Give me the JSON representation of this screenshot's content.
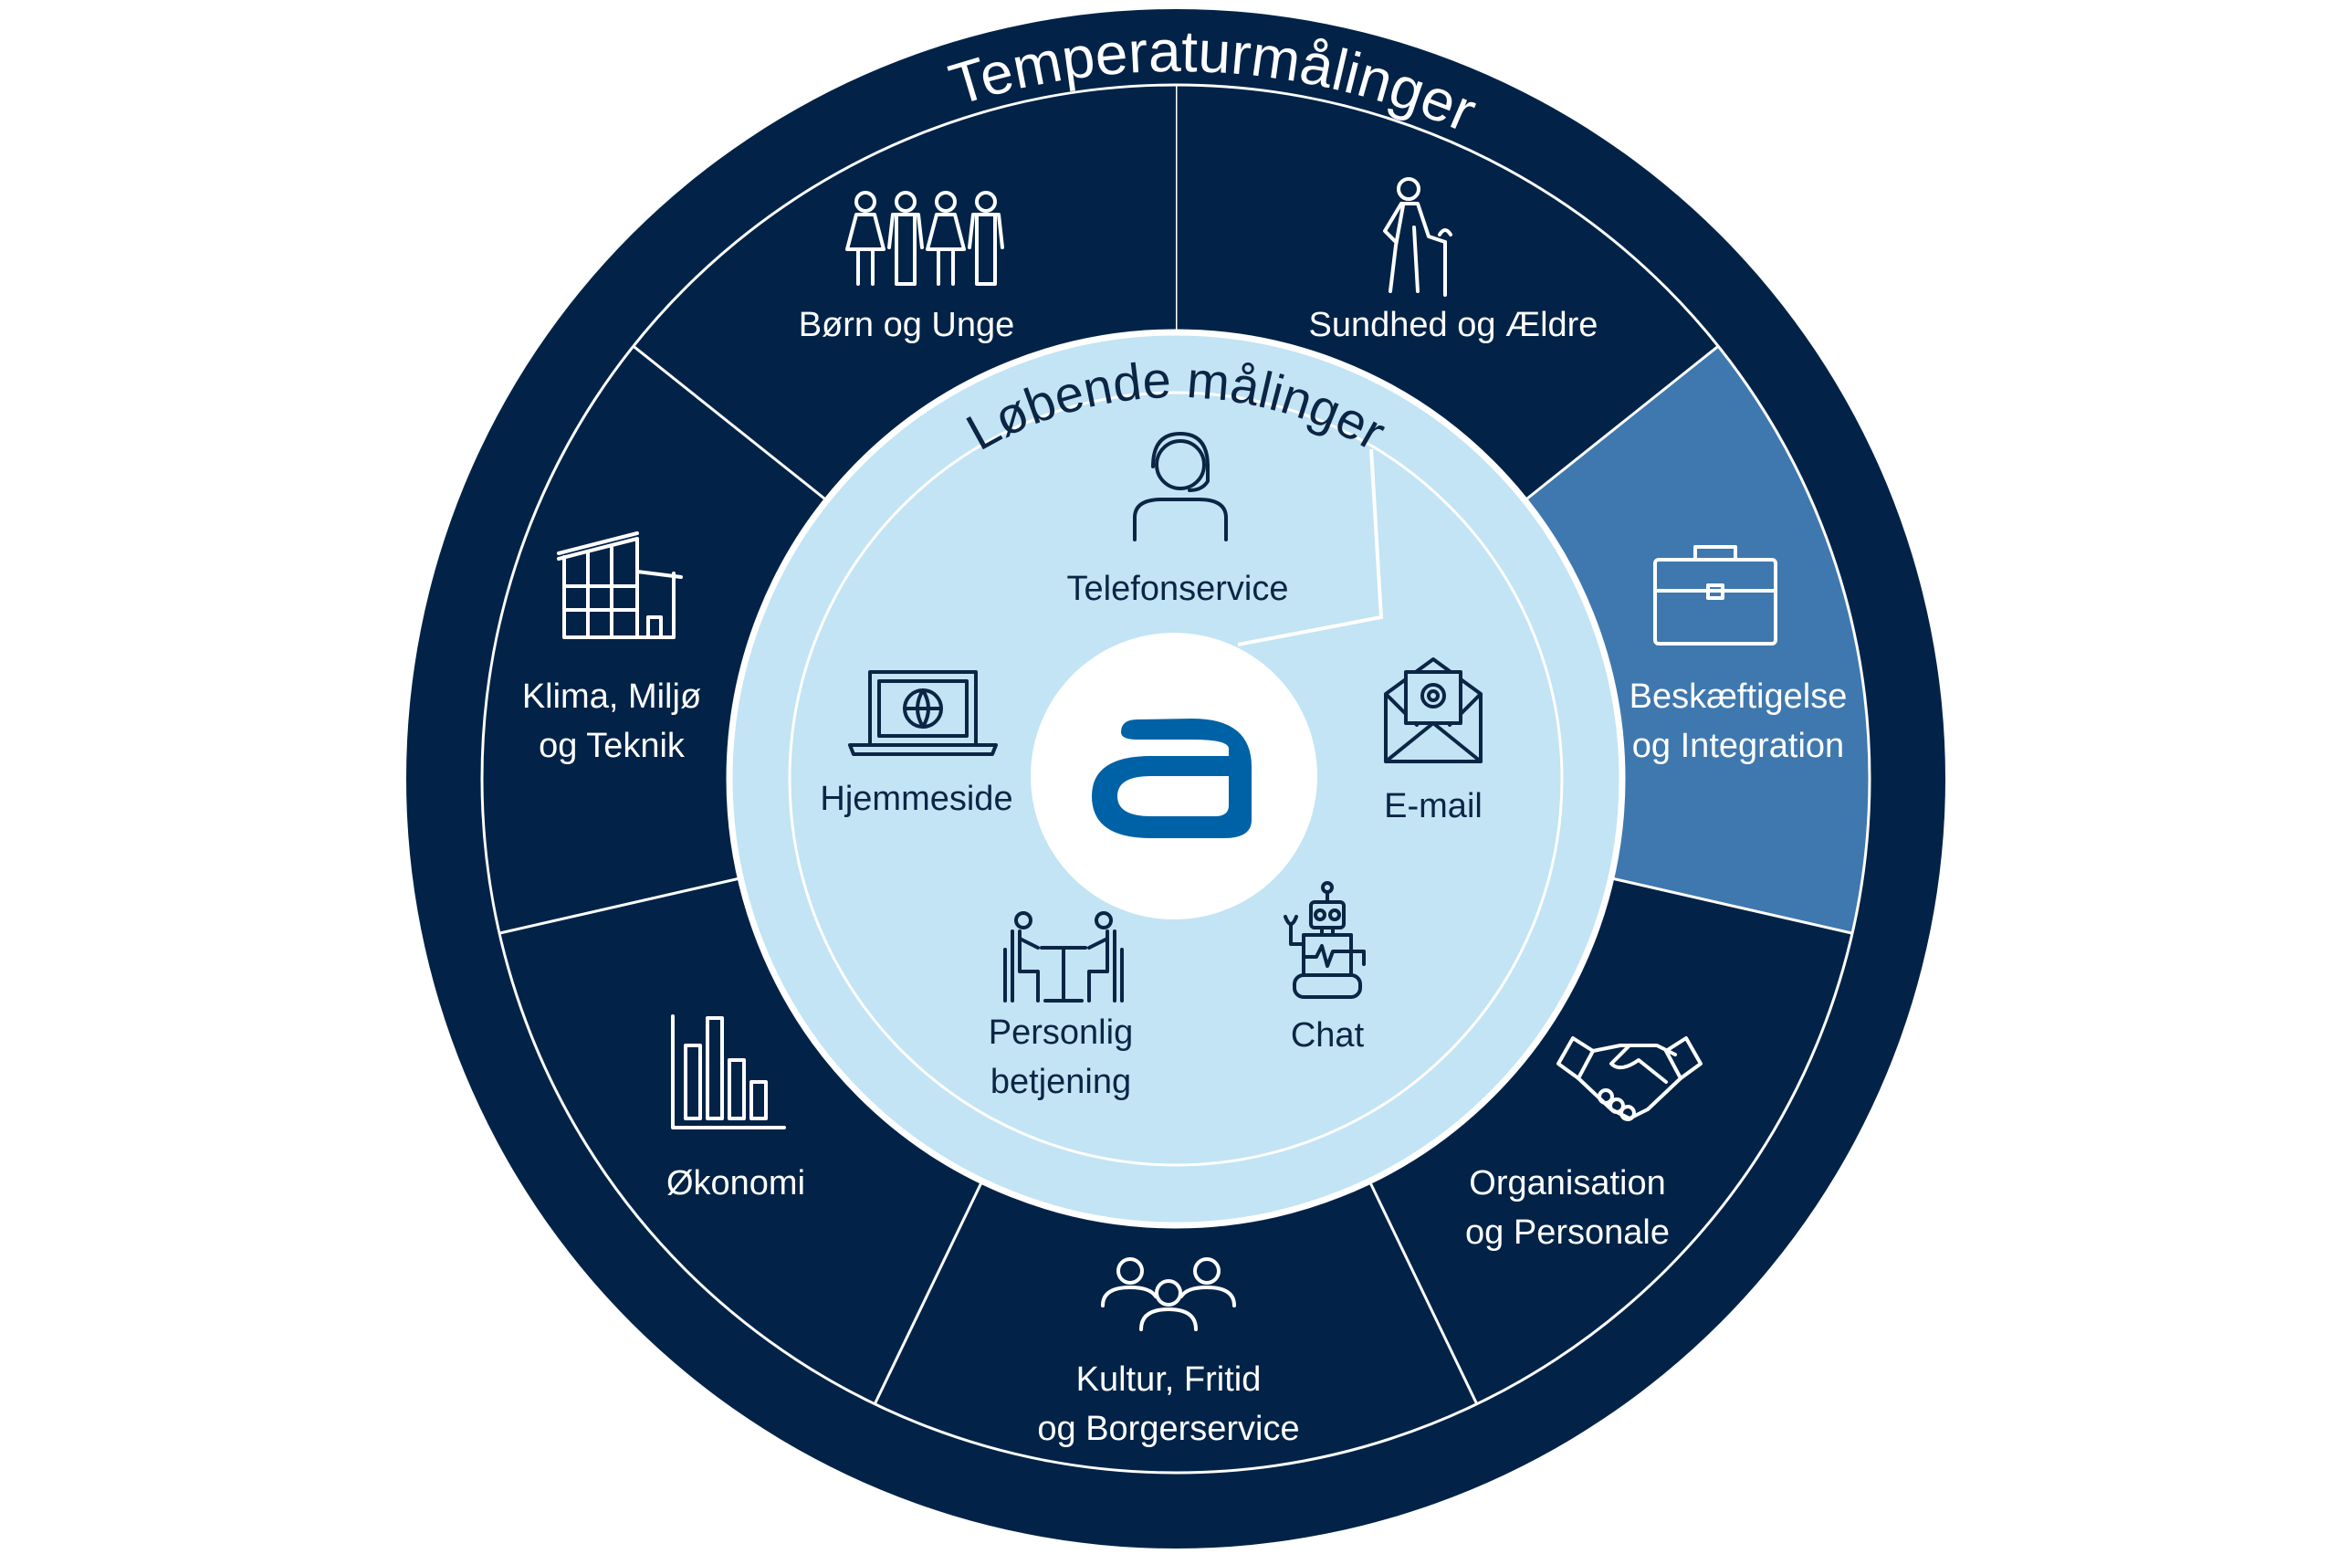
{
  "colors": {
    "outer_ring": "#022347",
    "highlight_sector": "#3f78ae",
    "inner_disc": "#c2e4f4",
    "logo": "#0062a6",
    "text_dark": "#0b2545"
  },
  "outer_title": "Temperaturmålinger",
  "inner_title": "Løbende målinger",
  "sectors": [
    {
      "lines": [
        "Børn og Unge"
      ],
      "icon": "children-icon",
      "highlighted": false
    },
    {
      "lines": [
        "Sundhed og Ældre"
      ],
      "icon": "elderly-person-icon",
      "highlighted": true
    },
    {
      "lines": [
        "Beskæftigelse",
        "og Integration"
      ],
      "icon": "briefcase-icon",
      "highlighted": false
    },
    {
      "lines": [
        "Organisation",
        "og Personale"
      ],
      "icon": "handshake-icon",
      "highlighted": false
    },
    {
      "lines": [
        "Kultur, Fritid",
        "og Borgerservice"
      ],
      "icon": "people-group-icon",
      "highlighted": false
    },
    {
      "lines": [
        "Økonomi"
      ],
      "icon": "bar-chart-icon",
      "highlighted": false
    },
    {
      "lines": [
        "Klima, Miljø",
        "og Teknik"
      ],
      "icon": "building-icon",
      "highlighted": false
    }
  ],
  "channels": [
    {
      "lines": [
        "Telefonservice"
      ],
      "icon": "headset-person-icon"
    },
    {
      "lines": [
        "Hjemmeside"
      ],
      "icon": "laptop-globe-icon"
    },
    {
      "lines": [
        "E-mail"
      ],
      "icon": "email-envelope-icon"
    },
    {
      "lines": [
        "Personlig",
        "betjening"
      ],
      "icon": "meeting-icon"
    },
    {
      "lines": [
        "Chat"
      ],
      "icon": "chatbot-icon"
    }
  ],
  "logo": "a"
}
